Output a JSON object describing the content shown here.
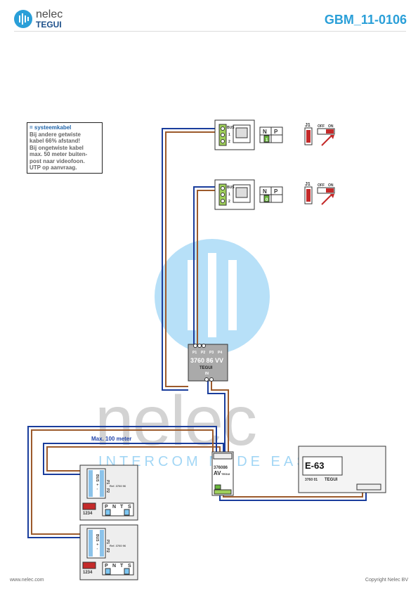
{
  "header": {
    "logo_top": "nelec",
    "logo_bottom": "TEGUI",
    "doc_code": "GBM_11-0106"
  },
  "note": {
    "heading": "= systeemkabel",
    "lines": [
      "Bij andere getwiste",
      "kabel 66% afstand!",
      "Bij ongetwiste kabel",
      "max. 50 meter buiten-",
      "post naar videofoon.",
      "UTP op aanvraag."
    ]
  },
  "phones": {
    "terminals": [
      "BUS",
      "1",
      "2"
    ],
    "np_labels": [
      "N",
      "P"
    ],
    "unit1_setting": "1",
    "unit2_setting": "0",
    "jumper_label": "J1",
    "switch_labels": [
      "OFF",
      "ON"
    ]
  },
  "distributor": {
    "ports": [
      "P1",
      "P2",
      "P3",
      "P4"
    ],
    "model": "3760 86 VV",
    "brand": "TEGUI",
    "in_label": "IN"
  },
  "cable_label": "Max. 100 meter",
  "av_module": {
    "model": "376086",
    "label": "AV",
    "brand": "TEGUI"
  },
  "power_supply": {
    "label": "E-63",
    "model": "3760 01",
    "brand": "TEGUI"
  },
  "outdoor_panels": {
    "terminals": [
      "BUS",
      "+",
      "-",
      "P1",
      "P2"
    ],
    "ref": "Ref. 3760 96",
    "dip_numbers": "1234",
    "switch_labels": [
      "P",
      "N",
      "T",
      "S"
    ]
  },
  "watermark": {
    "word": "nelec",
    "tagline": "INTERCOM MADE EASY"
  },
  "footer": {
    "left": "www.nelec.com",
    "right": "Copyright Nelec BV"
  }
}
